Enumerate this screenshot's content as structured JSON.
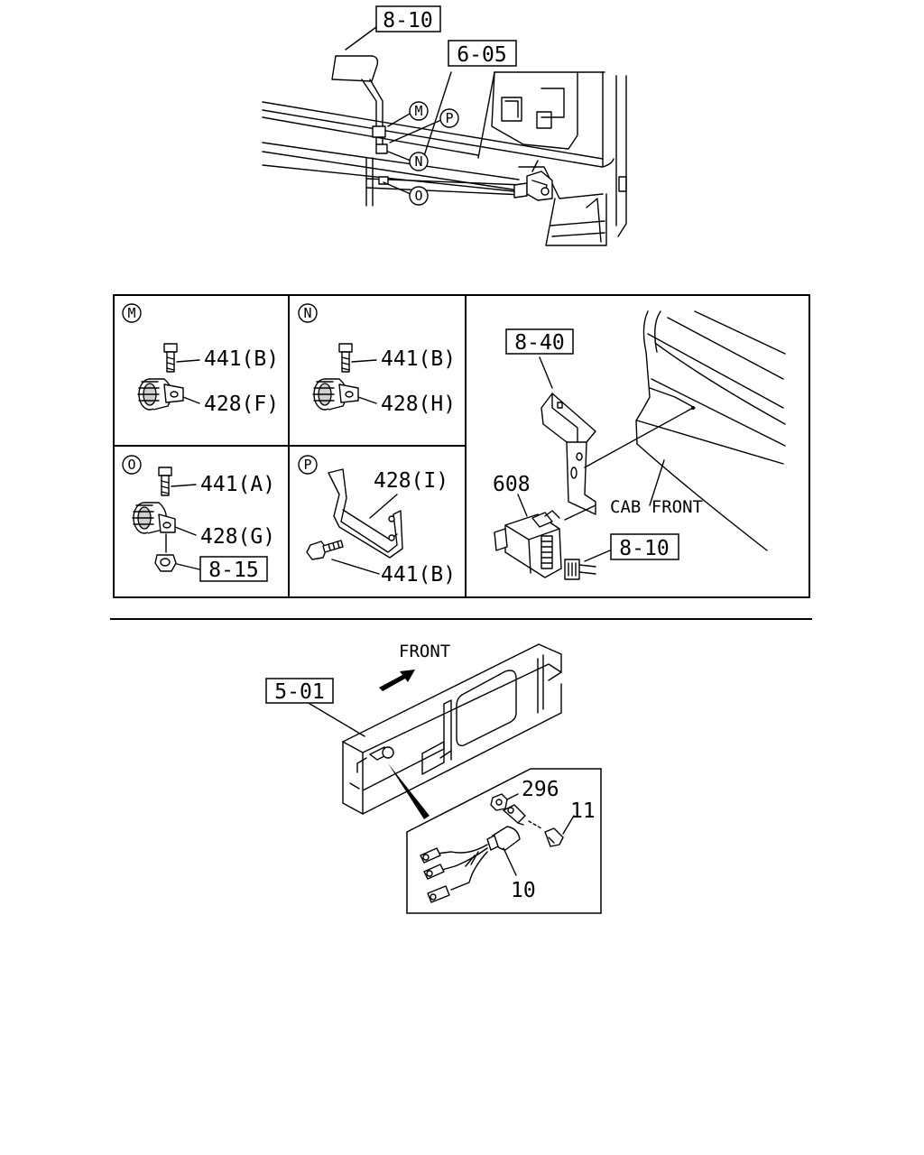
{
  "top_view": {
    "ref_8_10": "8-10",
    "ref_6_05": "6-05",
    "mark_m": "M",
    "mark_p": "P",
    "mark_n": "N",
    "mark_o": "O"
  },
  "detail_m": {
    "mark": "M",
    "bolt": "441(B)",
    "clamp": "428(F)"
  },
  "detail_n": {
    "mark": "N",
    "bolt": "441(B)",
    "clamp": "428(H)"
  },
  "detail_o": {
    "mark": "O",
    "bolt": "441(A)",
    "clamp": "428(G)",
    "ref": "8-15"
  },
  "detail_p": {
    "mark": "P",
    "bracket": "428(I)",
    "bolt": "441(B)"
  },
  "cab_detail": {
    "ref_8_40": "8-40",
    "part": "608",
    "caption": "CAB FRONT",
    "ref_8_10": "8-10"
  },
  "frame_view": {
    "front": "FRONT",
    "ref_5_01": "5-01",
    "nut": "296",
    "bolt": "11",
    "switch": "10"
  }
}
